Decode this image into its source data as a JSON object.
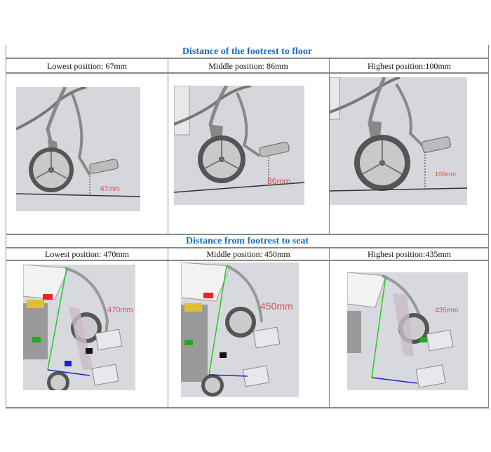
{
  "section1": {
    "title": "Distance of the footrest to floor",
    "columns": [
      "Lowest position: 67mm",
      "Middle position: 86mm",
      "Highest position:100mm"
    ],
    "image_labels": [
      "67mm",
      "86mm",
      "100mm"
    ]
  },
  "section2": {
    "title": "Distance from footrest to seat",
    "columns": [
      "Lowest position: 470mm",
      "Middle position: 450mm",
      "Highest position:435mm"
    ],
    "image_labels": [
      "470mm",
      "450mm",
      "435mm"
    ]
  },
  "colors": {
    "title": "#1a6fc4",
    "dimension_label": "#e05050"
  }
}
